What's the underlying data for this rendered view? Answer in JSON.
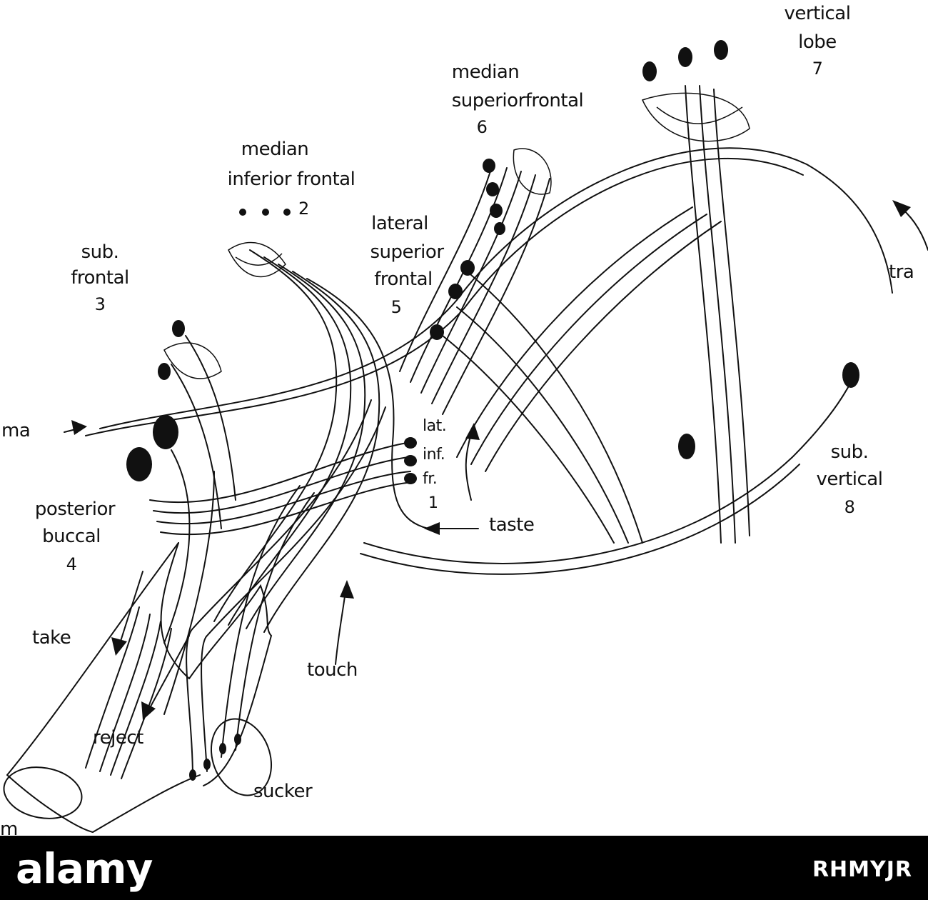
{
  "labels": {
    "vertical_lobe": "vertical",
    "vertical_lobe_2": "lobe",
    "vertical_lobe_num": "7",
    "median_sup_frontal": "median",
    "median_sup_frontal_2": "superiorfrontal",
    "median_sup_frontal_num": "6",
    "median_inf_frontal": "median",
    "median_inf_frontal_2": "inferior frontal",
    "median_inf_frontal_num": "2",
    "lateral_sup_frontal": "lateral",
    "lateral_sup_frontal_2": "superior",
    "lateral_sup_frontal_3": "frontal",
    "lateral_sup_frontal_num": "5",
    "sub_frontal": "sub.",
    "sub_frontal_2": "frontal",
    "sub_frontal_num": "3",
    "lat_inf_fr_1": "lat.",
    "lat_inf_fr_2": "inf.",
    "lat_inf_fr_3": "fr.",
    "lat_inf_fr_num": "1",
    "posterior_buccal": "posterior",
    "posterior_buccal_2": "buccal",
    "posterior_buccal_num": "4",
    "sub_vertical": "sub.",
    "sub_vertical_2": "vertical",
    "sub_vertical_num": "8",
    "tra": "tra",
    "ma": "ma",
    "taste": "taste",
    "take": "take",
    "touch": "touch",
    "reject": "reject",
    "sucker": "sucker",
    "m": "m"
  },
  "footer": {
    "logo": "alamy",
    "code": "RHMYJR"
  }
}
